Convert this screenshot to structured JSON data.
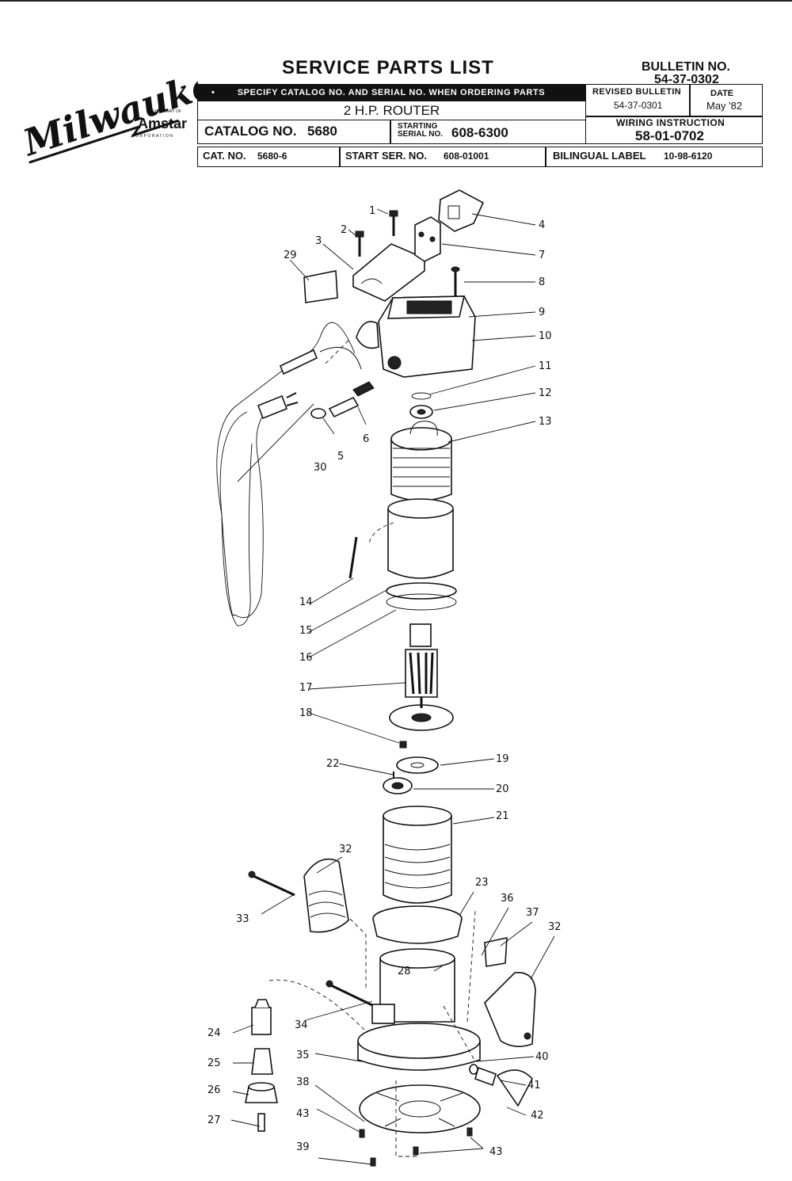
{
  "brand": {
    "logo_text": "Milwaukee",
    "subsidiary_text": "A SUBSIDIARY OF",
    "parent_name": "Amstar",
    "parent_sub": "CORPORATION"
  },
  "header": {
    "title": "SERVICE PARTS LIST",
    "bulletin_label": "BULLETIN NO.",
    "bulletin_no": "54-37-0302",
    "specify_note": "SPECIFY CATALOG NO. AND SERIAL NO. WHEN ORDERING PARTS",
    "product": "2 H.P. ROUTER",
    "catalog_label": "CATALOG NO.",
    "catalog_no": "5680",
    "starting_serial_label_1": "STARTING",
    "starting_serial_label_2": "SERIAL NO.",
    "starting_serial": "608-6300",
    "revised_label": "REVISED BULLETIN",
    "revised_no": "54-37-0301",
    "date_label": "DATE",
    "date_value": "May '82",
    "wiring_label": "WIRING INSTRUCTION",
    "wiring_no": "58-01-0702",
    "cat_no_label": "CAT. NO.",
    "cat_no_value": "5680-6",
    "start_ser_label": "START SER. NO.",
    "start_ser_value": "608-01001",
    "bilingual_label": "BILINGUAL LABEL",
    "bilingual_value": "10-98-6120"
  },
  "callouts": {
    "c1": "1",
    "c2": "2",
    "c3": "3",
    "c4": "4",
    "c5": "5",
    "c6": "6",
    "c7": "7",
    "c8": "8",
    "c9": "9",
    "c10": "10",
    "c11": "11",
    "c12": "12",
    "c13": "13",
    "c14": "14",
    "c15": "15",
    "c16": "16",
    "c17": "17",
    "c18": "18",
    "c19": "19",
    "c20": "20",
    "c21": "21",
    "c22": "22",
    "c23": "23",
    "c24": "24",
    "c25": "25",
    "c26": "26",
    "c27": "27",
    "c28": "28",
    "c29": "29",
    "c30": "30",
    "c32a": "32",
    "c32b": "32",
    "c33": "33",
    "c34": "34",
    "c35": "35",
    "c36": "36",
    "c37": "37",
    "c38": "38",
    "c39": "39",
    "c40": "40",
    "c41": "41",
    "c42": "42",
    "c43a": "43",
    "c43b": "43"
  }
}
